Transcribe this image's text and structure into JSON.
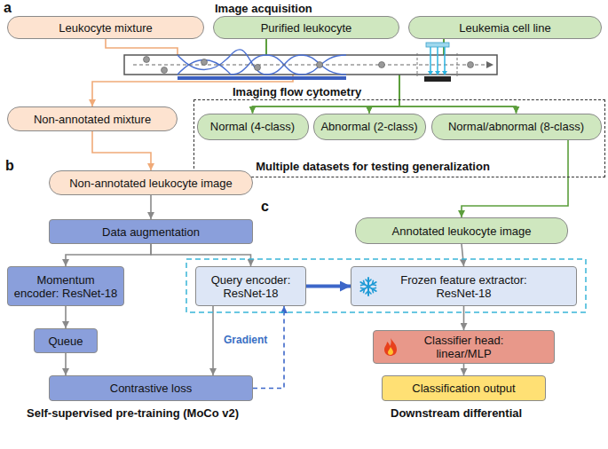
{
  "diagram": {
    "nodes": [
      {
        "text": [
          "Leukocyte mixture"
        ]
      },
      {
        "text": [
          "Purified leukocyte"
        ]
      },
      {
        "text": [
          "Leukemia cell line"
        ]
      },
      {
        "text": [
          "Non-annotated mixture"
        ]
      },
      {
        "text": [
          "Multiple datasets for testing generalization"
        ]
      },
      {
        "text": [
          "Normal (4-class)"
        ],
        "in": 4
      },
      {
        "text": [
          "Abnormal (2-class)"
        ],
        "in": 4
      },
      {
        "text": [
          "Normal/abnormal (8-class)"
        ],
        "in": 4
      },
      {
        "text": [
          "Non-annotated leukocyte image"
        ]
      },
      {
        "text": [
          "Data augmentation"
        ]
      },
      {
        "text": [
          "Momentum encoder: ResNet-18"
        ]
      },
      {
        "text": [
          "Queue"
        ]
      },
      {
        "text": [
          "Query encoder: ResNet-18"
        ]
      },
      {
        "text": [
          "Contrastive loss"
        ]
      },
      {
        "text": [
          "Annotated leukocyte image"
        ]
      },
      {
        "text": [
          "Frozen feature extractor: ResNet-18"
        ]
      },
      {
        "text": [
          "Classifier head: linear/MLP"
        ]
      },
      {
        "text": [
          "Classification output"
        ]
      }
    ],
    "edges": [
      {
        "from": 0,
        "to": 3,
        "arrow": "to"
      },
      {
        "from": 1,
        "to": 5,
        "arrow": "to"
      },
      {
        "from": 1,
        "to": 6,
        "arrow": "to"
      },
      {
        "from": 1,
        "to": 7,
        "arrow": "to"
      },
      {
        "from": 2,
        "to": 5,
        "arrow": "to"
      },
      {
        "from": 2,
        "to": 6,
        "arrow": "to"
      },
      {
        "from": 2,
        "to": 7,
        "arrow": "to"
      },
      {
        "from": 3,
        "to": 8,
        "arrow": "to"
      },
      {
        "from": 8,
        "to": 9,
        "arrow": "to"
      },
      {
        "from": 9,
        "to": 10,
        "arrow": "to"
      },
      {
        "from": 9,
        "to": 12,
        "arrow": "to"
      },
      {
        "from": 10,
        "to": 11,
        "arrow": "to"
      },
      {
        "from": 11,
        "to": 13,
        "arrow": "to"
      },
      {
        "from": 12,
        "to": 13,
        "arrow": "to"
      },
      {
        "from": 13,
        "to": 12,
        "label": "Gradient",
        "arrow": "to"
      },
      {
        "from": 12,
        "to": 15,
        "arrow": "to"
      },
      {
        "from": 7,
        "to": 14,
        "arrow": "to"
      },
      {
        "from": 14,
        "to": 15,
        "arrow": "to"
      },
      {
        "from": 15,
        "to": 16,
        "arrow": "to"
      },
      {
        "from": 16,
        "to": 17,
        "arrow": "to"
      }
    ],
    "labels": [
      "a",
      "Image acquisition",
      "Imaging flow cytometry",
      "b",
      "c",
      "Self-supervised pre-training (MoCo v2)",
      "Downstream differential"
    ]
  }
}
